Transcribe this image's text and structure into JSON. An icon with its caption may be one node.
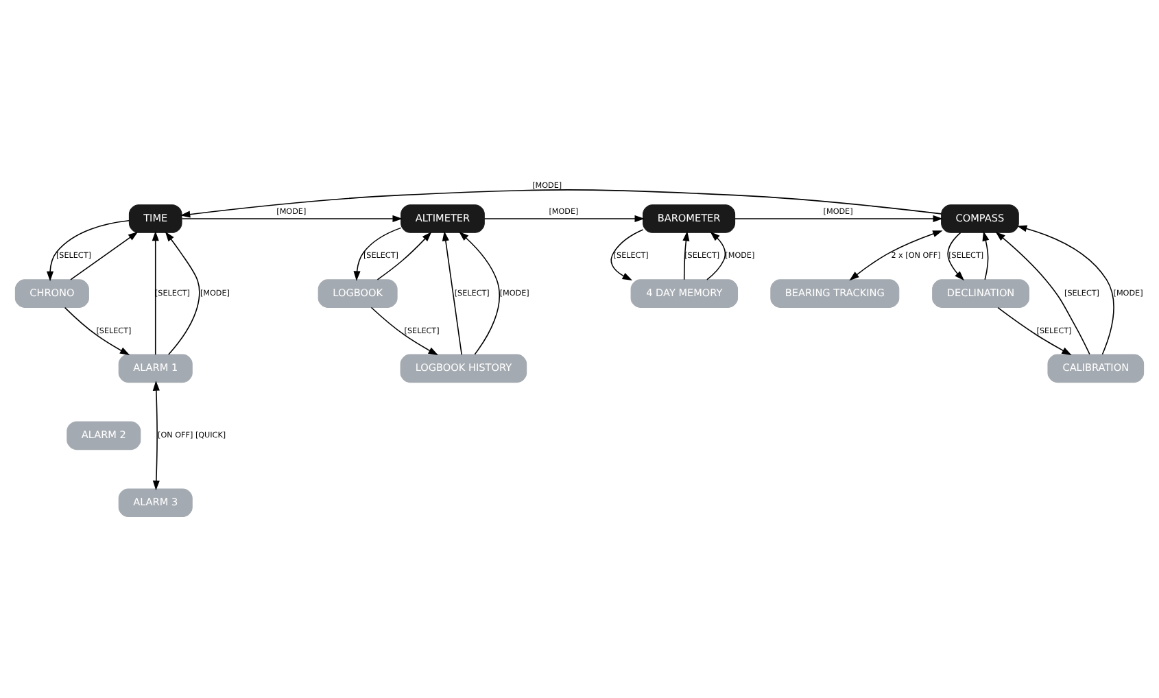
{
  "diagram": {
    "nodes": [
      {
        "text": [
          "TIME"
        ]
      },
      {
        "text": [
          "ALTIMETER"
        ]
      },
      {
        "text": [
          "BAROMETER"
        ]
      },
      {
        "text": [
          "COMPASS"
        ]
      },
      {
        "text": [
          "BEARING TRACKING"
        ]
      },
      {
        "text": [
          "CHRONO"
        ]
      },
      {
        "text": [
          "ALARM 1"
        ]
      },
      {
        "text": [
          "ALARM 2"
        ]
      },
      {
        "text": [
          "ALARM 3"
        ]
      },
      {
        "text": [
          "LOGBOOK"
        ]
      },
      {
        "text": [
          "LOGBOOK HISTORY"
        ]
      },
      {
        "text": [
          "4 DAY MEMORY"
        ]
      },
      {
        "text": [
          "DECLINATION"
        ]
      },
      {
        "text": [
          "CALIBRATION"
        ]
      }
    ],
    "edges": [
      {
        "from": 0,
        "to": 1,
        "arrow": "to",
        "label": "[MODE]"
      },
      {
        "from": 1,
        "to": 2,
        "arrow": "to",
        "label": "[MODE]"
      },
      {
        "from": 2,
        "to": 3,
        "arrow": "to",
        "label": "[MODE]"
      },
      {
        "from": 3,
        "to": 0,
        "arrow": "to",
        "label": "[MODE]"
      },
      {
        "from": 3,
        "to": 4,
        "arrow": "both",
        "label": "2 x [ON OFF]"
      },
      {
        "from": 0,
        "to": 5,
        "arrow": "to",
        "label": "[SELECT]"
      },
      {
        "from": 5,
        "to": 6,
        "arrow": "to",
        "label": "[SELECT]"
      },
      {
        "from": 6,
        "to": 0,
        "arrow": "to",
        "label": "[SELECT]"
      },
      {
        "from": 6,
        "to": 0,
        "arrow": "to",
        "label": "[MODE]"
      },
      {
        "from": 5,
        "to": 0,
        "arrow": "to"
      },
      {
        "from": 6,
        "to": 8,
        "arrow": "both",
        "label": "[ON OFF] [QUICK]"
      },
      {
        "from": 1,
        "to": 9,
        "arrow": "to",
        "label": "[SELECT]"
      },
      {
        "from": 9,
        "to": 10,
        "arrow": "to",
        "label": "[SELECT]"
      },
      {
        "from": 10,
        "to": 1,
        "arrow": "to",
        "label": "[SELECT]"
      },
      {
        "from": 10,
        "to": 1,
        "arrow": "to",
        "label": "[MODE]"
      },
      {
        "from": 9,
        "to": 1,
        "arrow": "to"
      },
      {
        "from": 2,
        "to": 11,
        "arrow": "to",
        "label": "[SELECT]"
      },
      {
        "from": 11,
        "to": 2,
        "arrow": "to",
        "label": "[SELECT]"
      },
      {
        "from": 11,
        "to": 2,
        "arrow": "to",
        "label": "[MODE]"
      },
      {
        "from": 3,
        "to": 12,
        "arrow": "to",
        "label": "[SELECT]"
      },
      {
        "from": 12,
        "to": 13,
        "arrow": "to",
        "label": "[SELECT]"
      },
      {
        "from": 13,
        "to": 3,
        "arrow": "to",
        "label": "[SELECT]"
      },
      {
        "from": 13,
        "to": 3,
        "arrow": "to",
        "label": "[MODE]"
      },
      {
        "from": 12,
        "to": 3,
        "arrow": "to"
      }
    ]
  }
}
